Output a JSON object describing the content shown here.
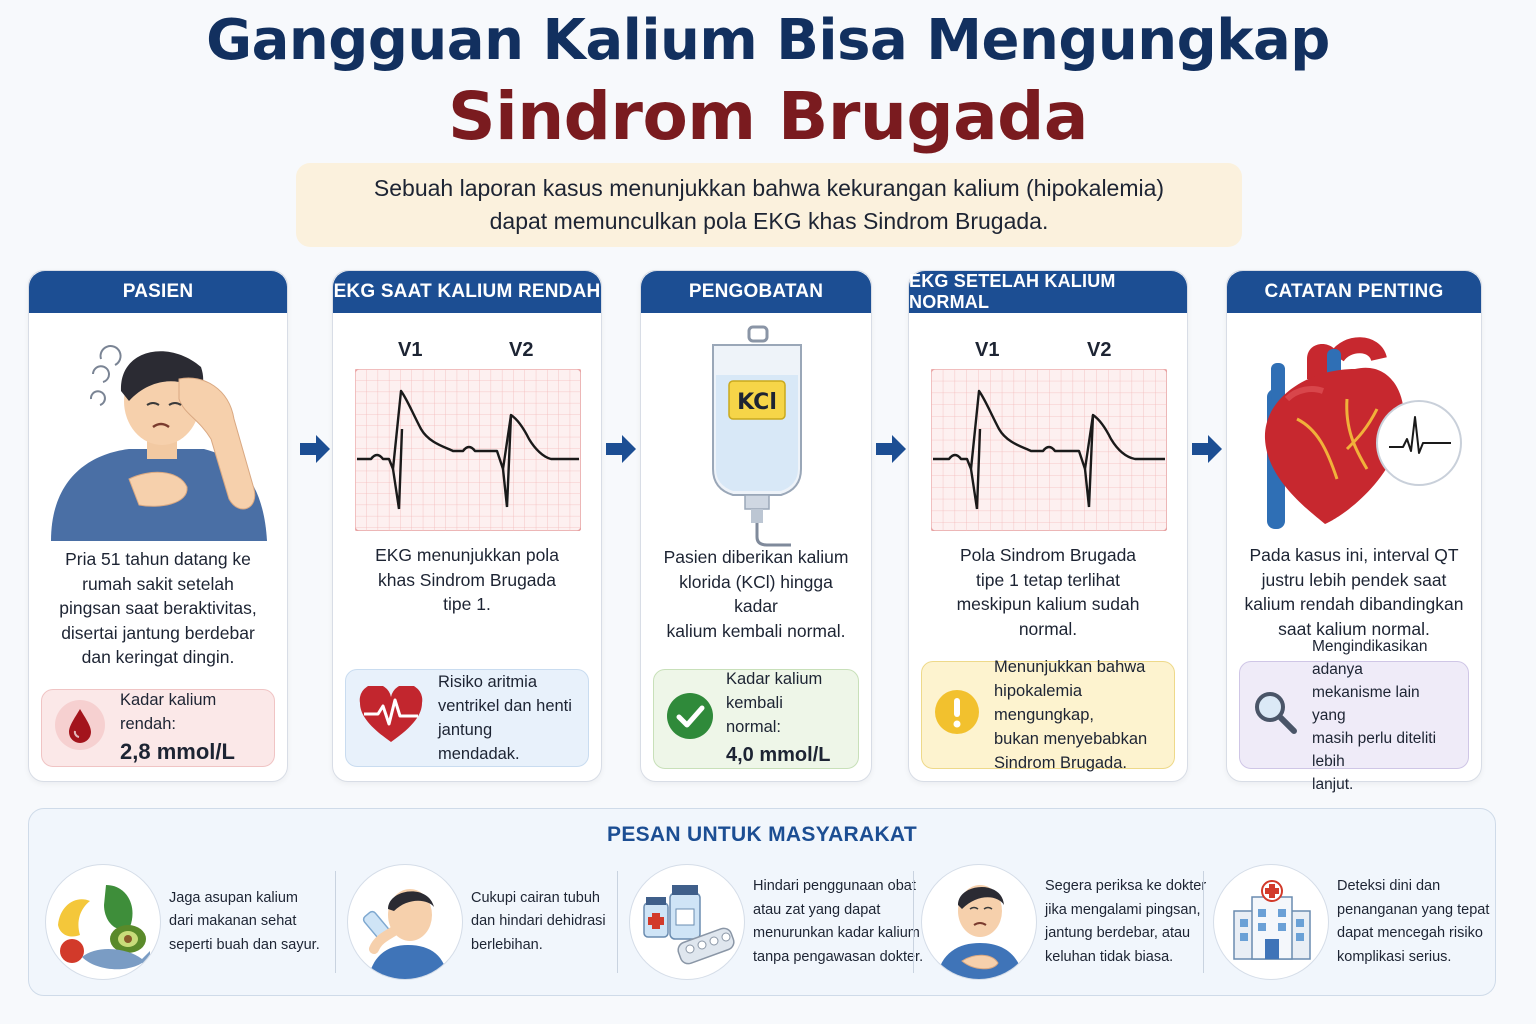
{
  "title": {
    "line1": "Gangguan Kalium Bisa Mengungkap",
    "line2": "Sindrom Brugada"
  },
  "intro": {
    "line1": "Sebuah laporan kasus menunjukkan bahwa kekurangan kalium (hipokalemia)",
    "line2": "dapat memunculkan pola EKG khas Sindrom Brugada."
  },
  "cards": {
    "pasien": {
      "header": "PASIEN",
      "text": [
        "Pria 51 tahun datang ke",
        "rumah sakit setelah",
        "pingsan saat beraktivitas,",
        "disertai jantung berdebar",
        "dan keringat dingin."
      ],
      "note_label": "Kadar kalium rendah:",
      "note_value": "2,8 mmol/L",
      "note_icon": "blood-drop-icon"
    },
    "ekg_rendah": {
      "header": "EKG SAAT KALIUM RENDAH",
      "lead1": "V1",
      "lead2": "V2",
      "text": [
        "EKG menunjukkan pola",
        "khas Sindrom Brugada",
        "tipe 1."
      ],
      "note": [
        "Risiko aritmia",
        "ventrikel dan henti",
        "jantung mendadak."
      ],
      "note_icon": "heart-pulse-icon"
    },
    "pengobatan": {
      "header": "PENGOBATAN",
      "bag_label": "KCl",
      "text": [
        "Pasien diberikan kalium",
        "klorida (KCl) hingga kadar",
        "kalium kembali normal."
      ],
      "note_label": [
        "Kadar kalium kembali",
        "normal:"
      ],
      "note_value": "4,0 mmol/L",
      "note_icon": "check-circle-icon"
    },
    "ekg_normal": {
      "header": "EKG SETELAH KALIUM NORMAL",
      "lead1": "V1",
      "lead2": "V2",
      "text": [
        "Pola Sindrom Brugada",
        "tipe 1 tetap terlihat",
        "meskipun kalium sudah",
        "normal."
      ],
      "note": [
        "Menunjukkan bahwa",
        "hipokalemia mengungkap,",
        "bukan menyebabkan",
        "Sindrom Brugada."
      ],
      "note_icon": "warning-icon"
    },
    "catatan": {
      "header": "CATATAN PENTING",
      "text": [
        "Pada kasus ini, interval QT",
        "justru lebih pendek saat",
        "kalium rendah dibandingkan",
        "saat kalium normal."
      ],
      "note": [
        "Mengindikasikan adanya",
        "mekanisme lain yang",
        "masih perlu diteliti lebih",
        "lanjut."
      ],
      "note_icon": "magnifier-icon"
    }
  },
  "bottom": {
    "title": "PESAN UNTUK MASYARAKAT",
    "tips": [
      {
        "icon": "healthy-food-icon",
        "text": [
          "Jaga asupan kalium",
          "dari makanan sehat",
          "seperti buah dan sayur."
        ]
      },
      {
        "icon": "drinking-water-icon",
        "text": [
          "Cukupi cairan tubuh",
          "dan hindari dehidrasi",
          "berlebihan."
        ]
      },
      {
        "icon": "medicine-icon",
        "text": [
          "Hindari penggunaan obat",
          "atau zat yang dapat",
          "menurunkan kadar kalium",
          "tanpa pengawasan dokter."
        ]
      },
      {
        "icon": "chest-pain-person-icon",
        "text": [
          "Segera periksa ke dokter",
          "jika mengalami pingsan,",
          "jantung berdebar, atau",
          "keluhan tidak biasa."
        ]
      },
      {
        "icon": "hospital-icon",
        "text": [
          "Deteksi dini dan",
          "penanganan yang tepat",
          "dapat mencegah risiko",
          "komplikasi serius."
        ]
      }
    ]
  },
  "colors": {
    "navy": "#1c4e93",
    "title_navy": "#12305f",
    "title_red": "#7a1b1f",
    "intro_bg": "#fbf1dd"
  }
}
